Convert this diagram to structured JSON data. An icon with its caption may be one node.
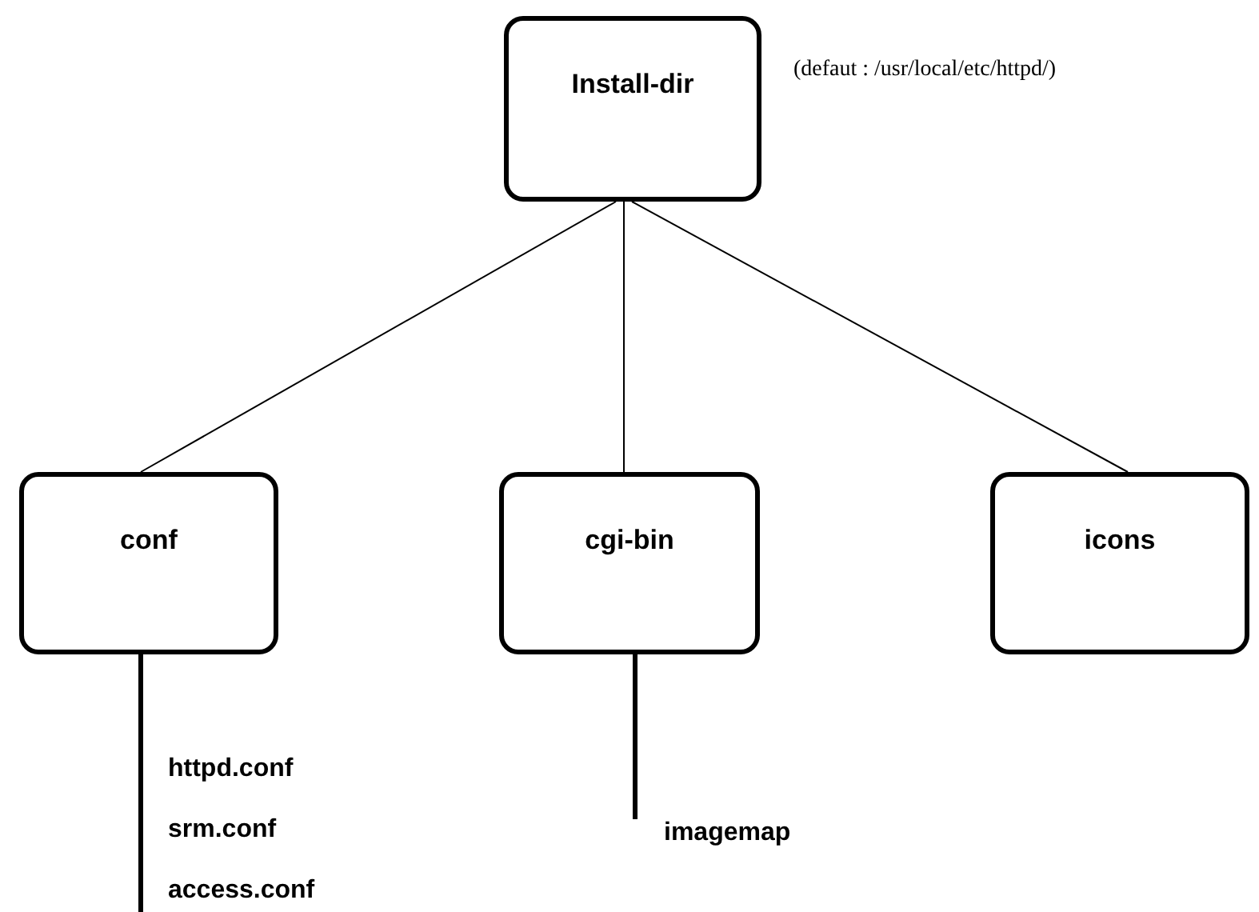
{
  "diagram": {
    "nodes": [
      {
        "text": [
          "Install-dir"
        ],
        "beside": [
          "(defaut : /usr/local/etc/httpd/)"
        ]
      },
      {
        "text": [
          "conf"
        ]
      },
      {
        "text": [
          "cgi-bin"
        ]
      },
      {
        "text": [
          "icons"
        ]
      },
      {
        "text": [
          "imagemap"
        ]
      }
    ],
    "edges": [
      {
        "from": 0,
        "to": 1,
        "arrow": "none"
      },
      {
        "from": 0,
        "to": 2,
        "arrow": "none"
      },
      {
        "from": 0,
        "to": 3,
        "arrow": "none"
      },
      {
        "from": 1,
        "to": null,
        "arrow": "none",
        "style": "thick"
      },
      {
        "from": 2,
        "to": 4,
        "arrow": "none",
        "style": "thick"
      }
    ],
    "labels": [
      "httpd.conf",
      "srm.conf",
      "access.conf"
    ]
  }
}
